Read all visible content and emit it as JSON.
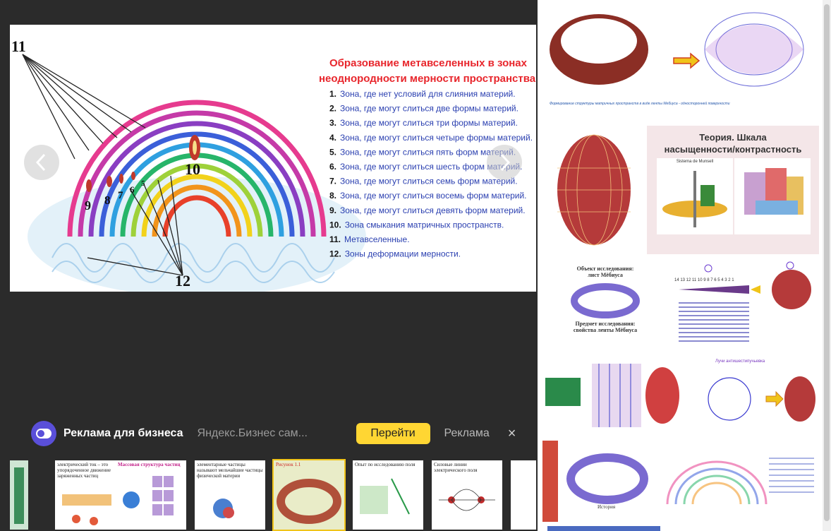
{
  "main_image": {
    "title_line1": "Образование метавселенных в зонах",
    "title_line2": "неоднородности мерности пространства.",
    "items": [
      {
        "num": "1.",
        "text": "Зона, где нет условий для слияния материй."
      },
      {
        "num": "2.",
        "text": "Зона, где могут слиться две формы материй."
      },
      {
        "num": "3.",
        "text": "Зона, где могут слиться три формы материй."
      },
      {
        "num": "4.",
        "text": "Зона, где могут слиться четыре формы материй."
      },
      {
        "num": "5.",
        "text": "Зона, где могут слиться пять форм материй."
      },
      {
        "num": "6.",
        "text": "Зона, где могут слиться шесть форм материй."
      },
      {
        "num": "7.",
        "text": "Зона, где могут слиться семь форм материй."
      },
      {
        "num": "8.",
        "text": "Зона, где могут слиться восемь форм материй."
      },
      {
        "num": "9.",
        "text": "Зона, где могут слиться девять форм материй."
      },
      {
        "num": "10.",
        "text": "Зона смыкания матричных пространств."
      },
      {
        "num": "11.",
        "text": "Метавселенные."
      },
      {
        "num": "12.",
        "text": "Зоны деформации мерности."
      }
    ],
    "callouts": {
      "c11": "11",
      "c10": "10",
      "c12": "12",
      "c9": "9",
      "c8": "8",
      "c7": "7",
      "c6": "6",
      "c5": "5"
    }
  },
  "nav": {
    "prev_icon": "chevron-left-icon",
    "next_icon": "chevron-right-icon"
  },
  "ad": {
    "title": "Реклама для бизнеса",
    "subtitle": "Яндекс.Бизнес сам...",
    "go_label": "Перейти",
    "ad_label": "Реклама",
    "close_label": "×",
    "logo_icon": "toggle-icon",
    "accent": "#ffd633"
  },
  "thumbs": [
    {
      "text": ""
    },
    {
      "text": "электрический ток – это упорядоченное движение заряженных частиц"
    },
    {
      "text": "Массовая структура частиц"
    },
    {
      "text": "элементарные частицы называют мельчайшие частицы физической материи"
    },
    {
      "text": "Рисунок 1.1"
    },
    {
      "text": "Опыт по исследованию поля"
    },
    {
      "text": "Силовые линии электрического поля"
    },
    {
      "text": ""
    }
  ],
  "gallery": {
    "mobius_caption": "Формирование структуры матричных пространств в виде ленты Мебиуса - односторонней поверхности",
    "theory_title_l1": "Теория. Шкала",
    "theory_title_l2": "насыщенности/контрастность",
    "munsell_label": "Sistema de Munsell",
    "object_l1": "Объект исследования:",
    "object_l2": "лист Мёбиуса",
    "subject_l1": "Предмет исследования:",
    "subject_l2": "свойства ленты Мёбиуса",
    "scale_numbers": "14 13 12 11 10 9 8 7 6 5 4 3 2 1",
    "antishield_title": "Лучи антишестипучьевка",
    "history_label": "История"
  }
}
